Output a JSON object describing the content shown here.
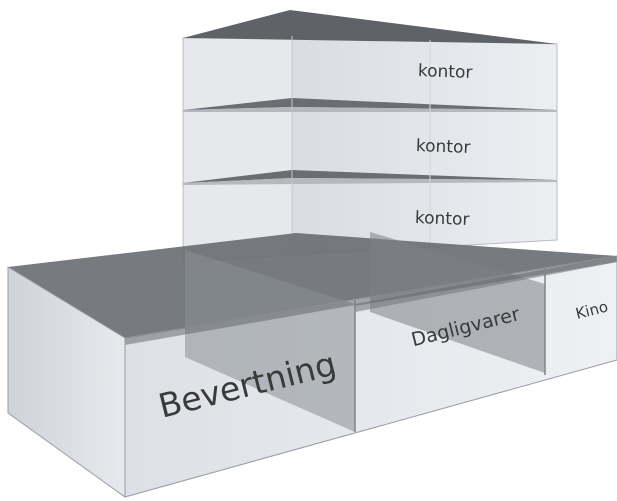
{
  "labels": {
    "office_top": "kontor",
    "office_middle": "kontor",
    "office_bottom": "kontor",
    "restaurant": "Bevertning",
    "groceries": "Dagligvarer",
    "cinema": "Kino"
  },
  "colors": {
    "glass_light": "#e3e6ec",
    "glass_mid": "#c9ccd3",
    "slab_dark": "#6f7378",
    "roof_dark": "#5c5f64",
    "edge": "#8d9096",
    "text": "#3a3a3a"
  }
}
